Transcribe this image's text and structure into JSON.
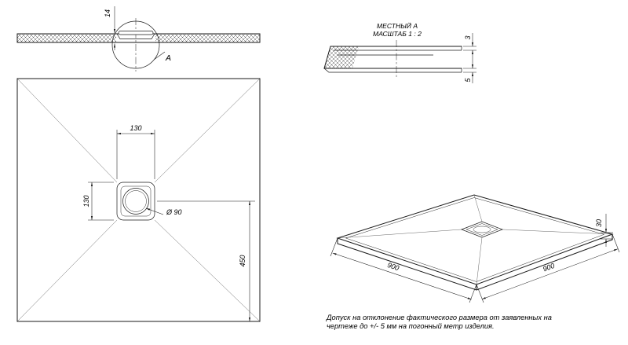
{
  "drawing": {
    "section": {
      "thickness_dim": "14",
      "detail_label": "A"
    },
    "detail": {
      "title": "МЕСТНЫЙ А",
      "scale": "МАСШТАБ 1 : 2",
      "dim_top": "3",
      "dim_bottom": "5"
    },
    "plan": {
      "drain_width": "130",
      "drain_height": "130",
      "drain_diameter": "Ø 90",
      "center_to_edge": "450"
    },
    "iso": {
      "width": "900",
      "depth": "900",
      "height": "30"
    },
    "note": {
      "line1": "Допуск на отклонение фактического размера от заявленных на",
      "line2": "чертеже до +/- 5 мм на погонный метр изделия."
    }
  }
}
